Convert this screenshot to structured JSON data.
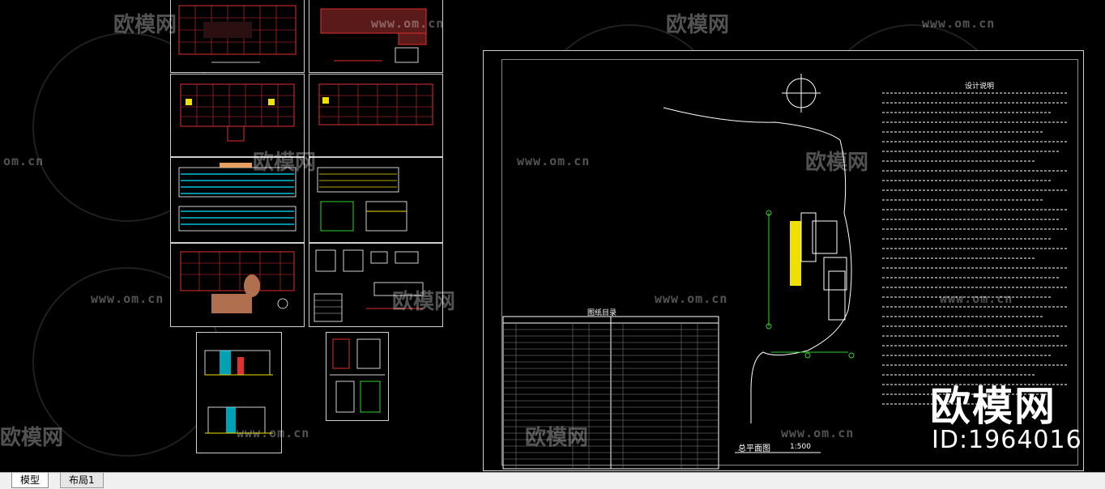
{
  "tabs": [
    {
      "label": "模型",
      "active": true
    },
    {
      "label": "布局1",
      "active": false
    }
  ],
  "watermark": {
    "brand": "欧模网",
    "url": "www.om.cn",
    "url_short": "om.cn",
    "big_logo": "欧模网",
    "id_text": "ID:1964016"
  },
  "site_plan": {
    "table_title": "图纸目录",
    "plan_label": "总平面图",
    "scale": "1:500",
    "design_notes_title": "设计说明"
  },
  "colors": {
    "background": "#000000",
    "red_lines": "#e03030",
    "cyan": "#00e5ff",
    "yellow": "#f0e000",
    "green": "#30d030",
    "white": "#ffffff"
  }
}
